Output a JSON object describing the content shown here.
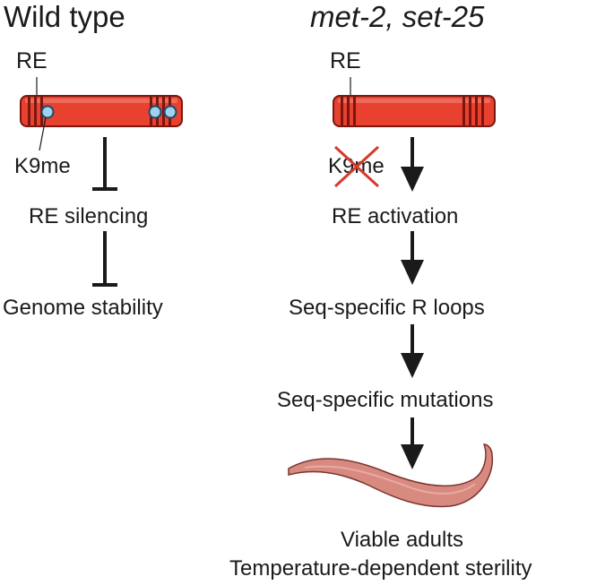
{
  "colors": {
    "chromosome_fill": "#e8412f",
    "chromosome_outline": "#7a160e",
    "band": "#7a160e",
    "highlight": "#f08c7e",
    "mark_fill": "#9fd3ec",
    "mark_outline": "#1b4a6e",
    "line": "#1a1a1a",
    "cross": "#d63a2e",
    "worm_fill": "#d98a80",
    "worm_outline": "#7a3530"
  },
  "left_panel": {
    "title": "Wild type",
    "re_label": "RE",
    "k9me_label": "K9me",
    "step_silencing": "RE silencing",
    "step_stability": "Genome stability"
  },
  "right_panel": {
    "title": "met-2, set-25",
    "re_label": "RE",
    "k9me_label": "K9me",
    "step_activation": "RE activation",
    "step_rloops": "Seq-specific R loops",
    "step_mutations": "Seq-specific mutations",
    "outcome_line1": "Viable adults",
    "outcome_line2": "Temperature-dependent sterility"
  }
}
